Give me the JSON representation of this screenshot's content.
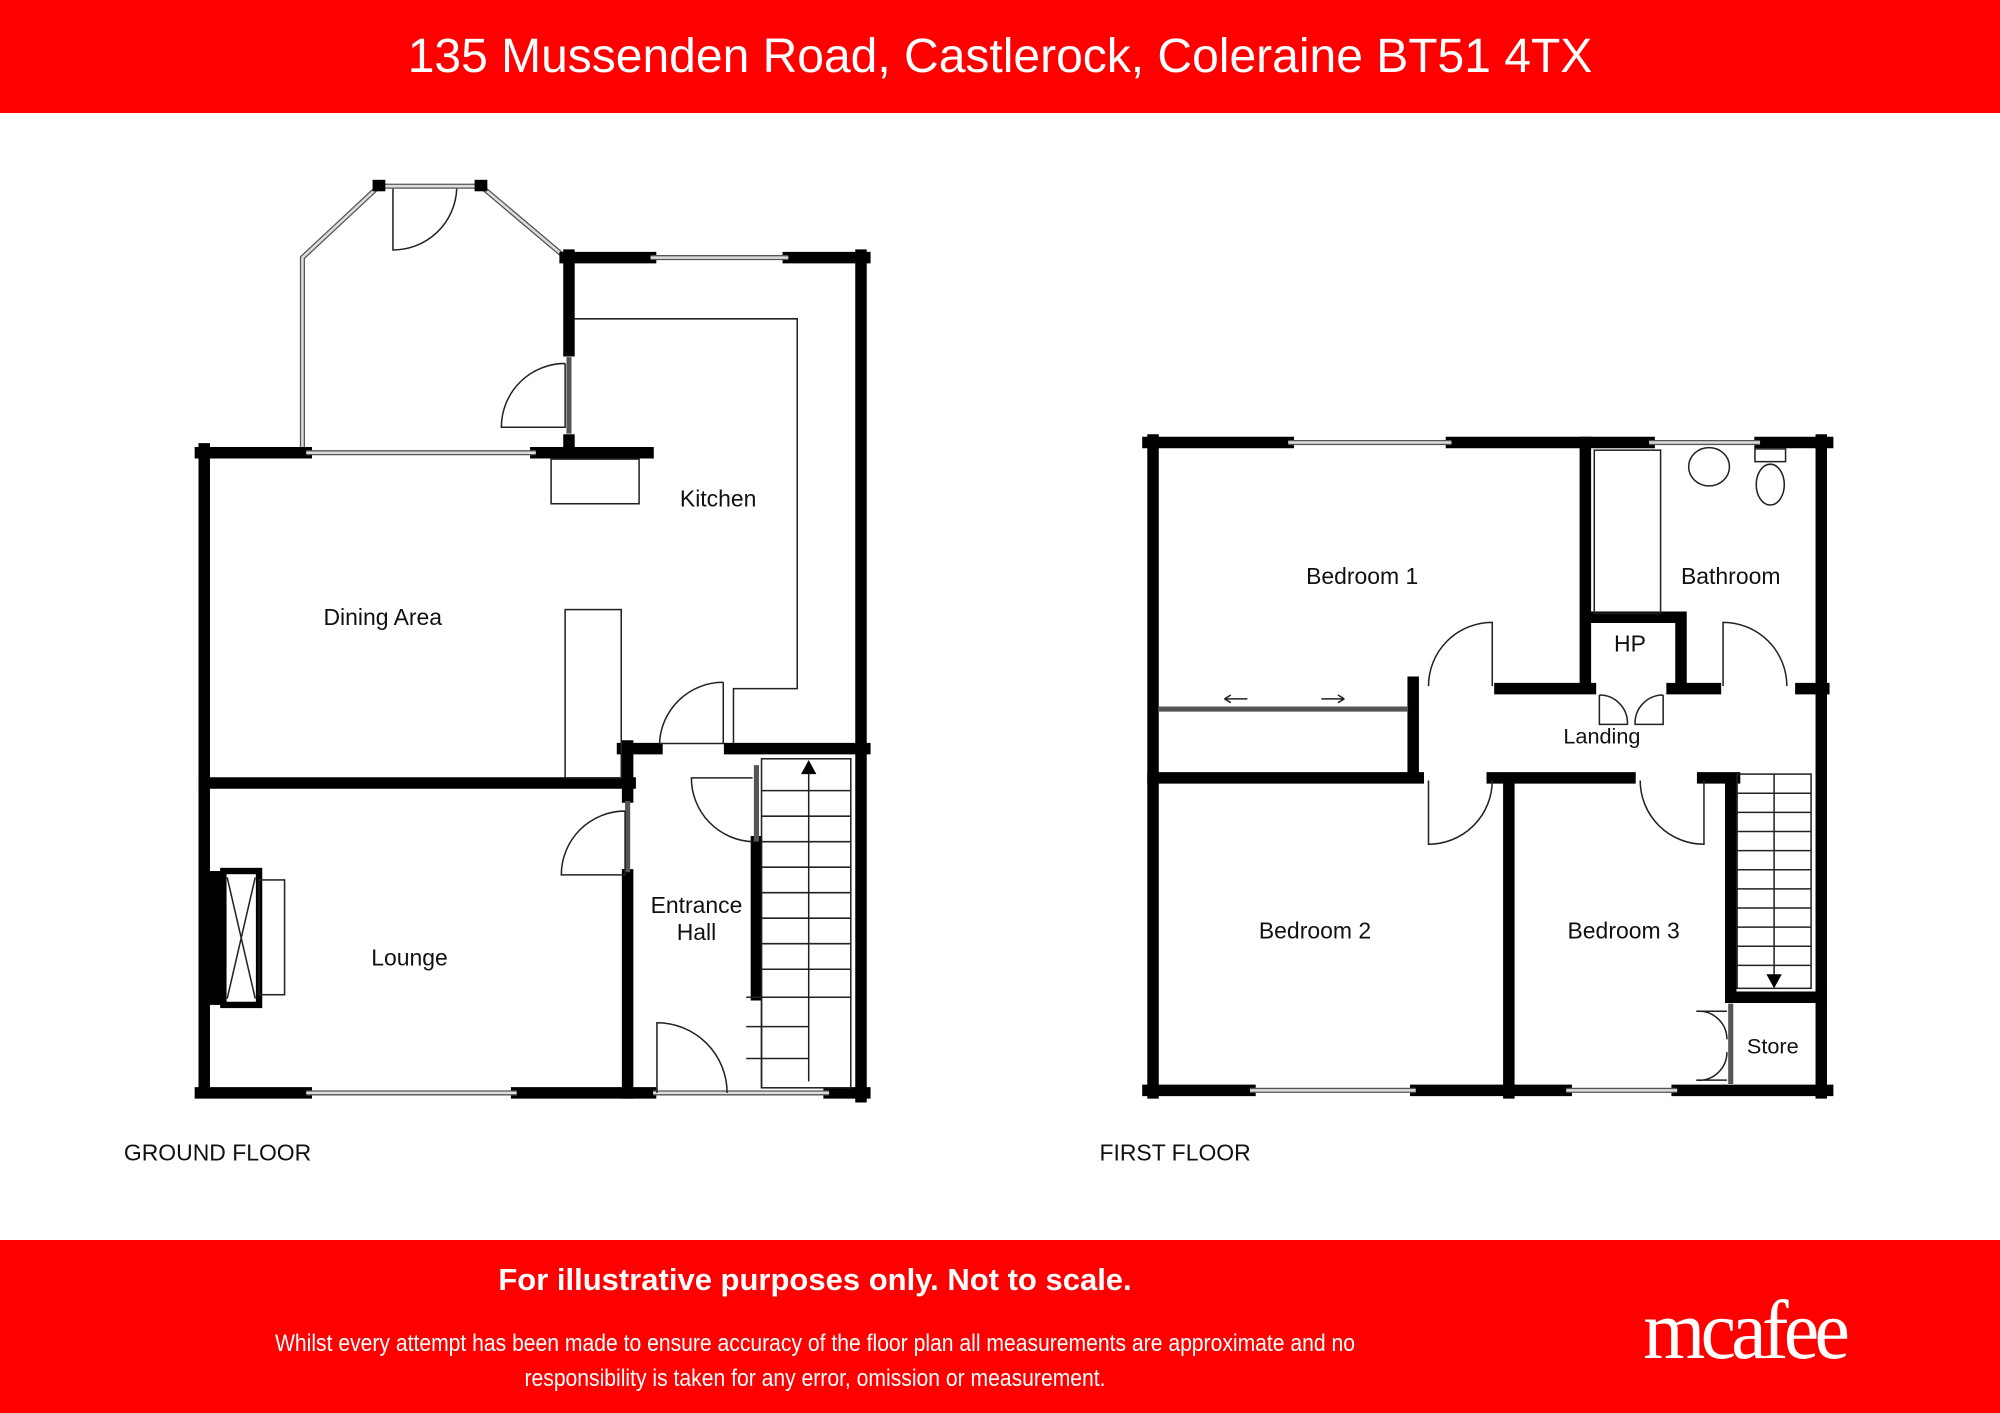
{
  "header": {
    "title": "135 Mussenden Road, Castlerock, Coleraine BT51 4TX"
  },
  "ground_floor": {
    "label": "GROUND FLOOR",
    "rooms": {
      "kitchen": "Kitchen",
      "dining": "Dining Area",
      "lounge": "Lounge",
      "hall_1": "Entrance",
      "hall_2": "Hall"
    }
  },
  "first_floor": {
    "label": "FIRST FLOOR",
    "rooms": {
      "bedroom1": "Bedroom 1",
      "bathroom": "Bathroom",
      "hp": "HP",
      "landing": "Landing",
      "bedroom2": "Bedroom 2",
      "bedroom3": "Bedroom 3",
      "store": "Store"
    }
  },
  "footer": {
    "disclaimer_title": "For illustrative purposes only. Not to scale.",
    "disclaimer_line1": "Whilst every attempt has been made to ensure accuracy of the floor plan all measurements are approximate and no",
    "disclaimer_line2": "responsibility is taken for any error, omission or measurement.",
    "logo": "mcafee"
  },
  "colors": {
    "brand": "#ff0000"
  }
}
